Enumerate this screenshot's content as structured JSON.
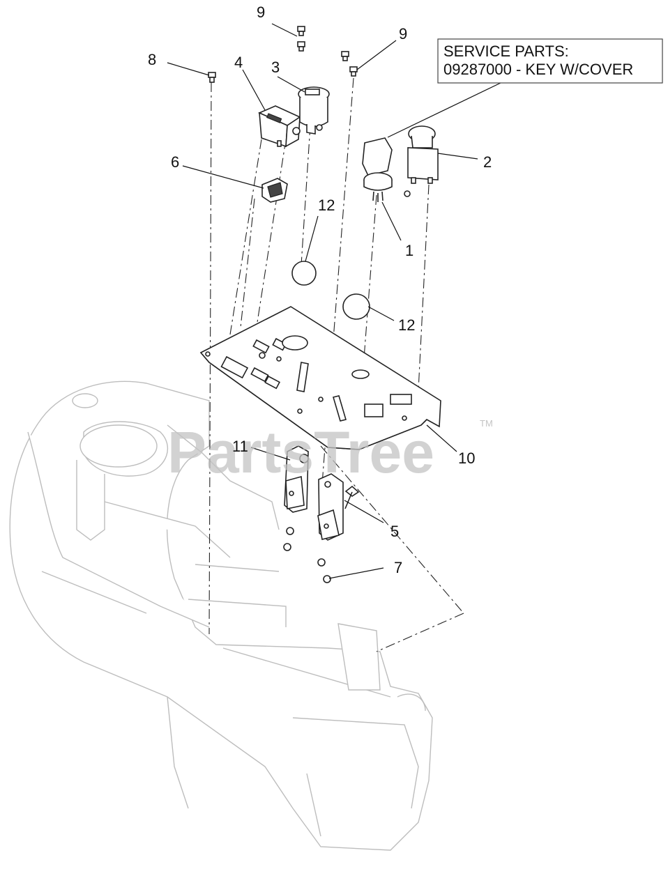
{
  "service_box": {
    "line1": "SERVICE PARTS:",
    "line2": "09287000 - KEY W/COVER"
  },
  "callouts": {
    "c1": "1",
    "c2": "2",
    "c3": "3",
    "c4": "4",
    "c5": "5",
    "c6": "6",
    "c7": "7",
    "c8": "8",
    "c9a": "9",
    "c9b": "9",
    "c10": "10",
    "c11": "11",
    "c12a": "12",
    "c12b": "12"
  },
  "watermark": {
    "text": "PartsTree",
    "tm": "TM"
  }
}
